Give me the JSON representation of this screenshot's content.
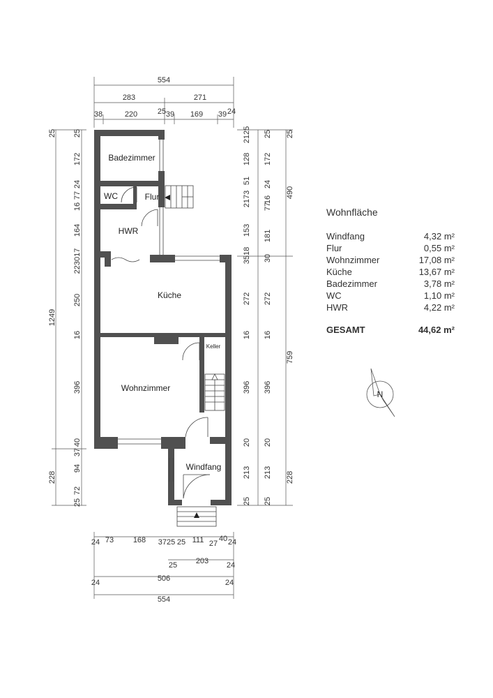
{
  "legend": {
    "title": "Wohnfläche",
    "rows": [
      {
        "name": "Windfang",
        "value": "4,32 m²"
      },
      {
        "name": "Flur",
        "value": "0,55 m²"
      },
      {
        "name": "Wohnzimmer",
        "value": "17,08 m²"
      },
      {
        "name": "Küche",
        "value": "13,67 m²"
      },
      {
        "name": "Badezimmer",
        "value": "3,78 m²"
      },
      {
        "name": "WC",
        "value": "1,10 m²"
      },
      {
        "name": "HWR",
        "value": "4,22 m²"
      }
    ],
    "total_label": "GESAMT",
    "total_value": "44,62 m²"
  },
  "rooms": {
    "badezimmer": "Badezimmer",
    "wc": "WC",
    "flur": "Flur",
    "hwr": "HWR",
    "kueche": "Küche",
    "wohnzimmer": "Wohnzimmer",
    "keller": "Keller",
    "windfang": "Windfang"
  },
  "compass": {
    "label": "N"
  },
  "dims": {
    "top_total": "554",
    "top_a": "283",
    "top_b": "271",
    "top_1": "38",
    "top_2": "220",
    "top_3": "25",
    "top_4": "39",
    "top_5": "169",
    "top_6": "39",
    "top_7": "24",
    "left_total": "1249",
    "left_1": "25",
    "left_2": "172",
    "left_3": "24",
    "left_4": "77",
    "left_5": "16",
    "left_6": "164",
    "left_7": "223017",
    "left_8": "250",
    "left_9": "16",
    "left_10": "396",
    "left_11": "40",
    "left_12": "37",
    "left_13": "94",
    "left_14": "72",
    "left_15": "25",
    "left_outer": "228",
    "right_total_a": "490",
    "right_total_b": "759",
    "right_1": "2125",
    "right_2": "128",
    "right_3": "51",
    "right_4": "2173",
    "right_5": "16",
    "right_6": "77",
    "right_7": "153",
    "right_8": "181",
    "right_9": "3518",
    "right_10": "30",
    "right_11": "272",
    "right_12": "272",
    "right_13": "16",
    "right_14": "16",
    "right_15": "396",
    "right_16": "396",
    "right_17": "20",
    "right_18": "20",
    "right_19": "213",
    "right_20": "213",
    "right_21": "25",
    "right_22": "25",
    "right_23": "228",
    "right_24": "25",
    "right_25": "172",
    "right_26": "24",
    "bot_1": "24",
    "bot_2": "73",
    "bot_3": "168",
    "bot_4": "3725",
    "bot_5": "25",
    "bot_6": "111",
    "bot_7": "27",
    "bot_8": "40",
    "bot_9": "24",
    "bot_b1": "25",
    "bot_b2": "203",
    "bot_b3": "24",
    "bot_c1": "24",
    "bot_c2": "506",
    "bot_c3": "24",
    "bot_total": "554"
  }
}
